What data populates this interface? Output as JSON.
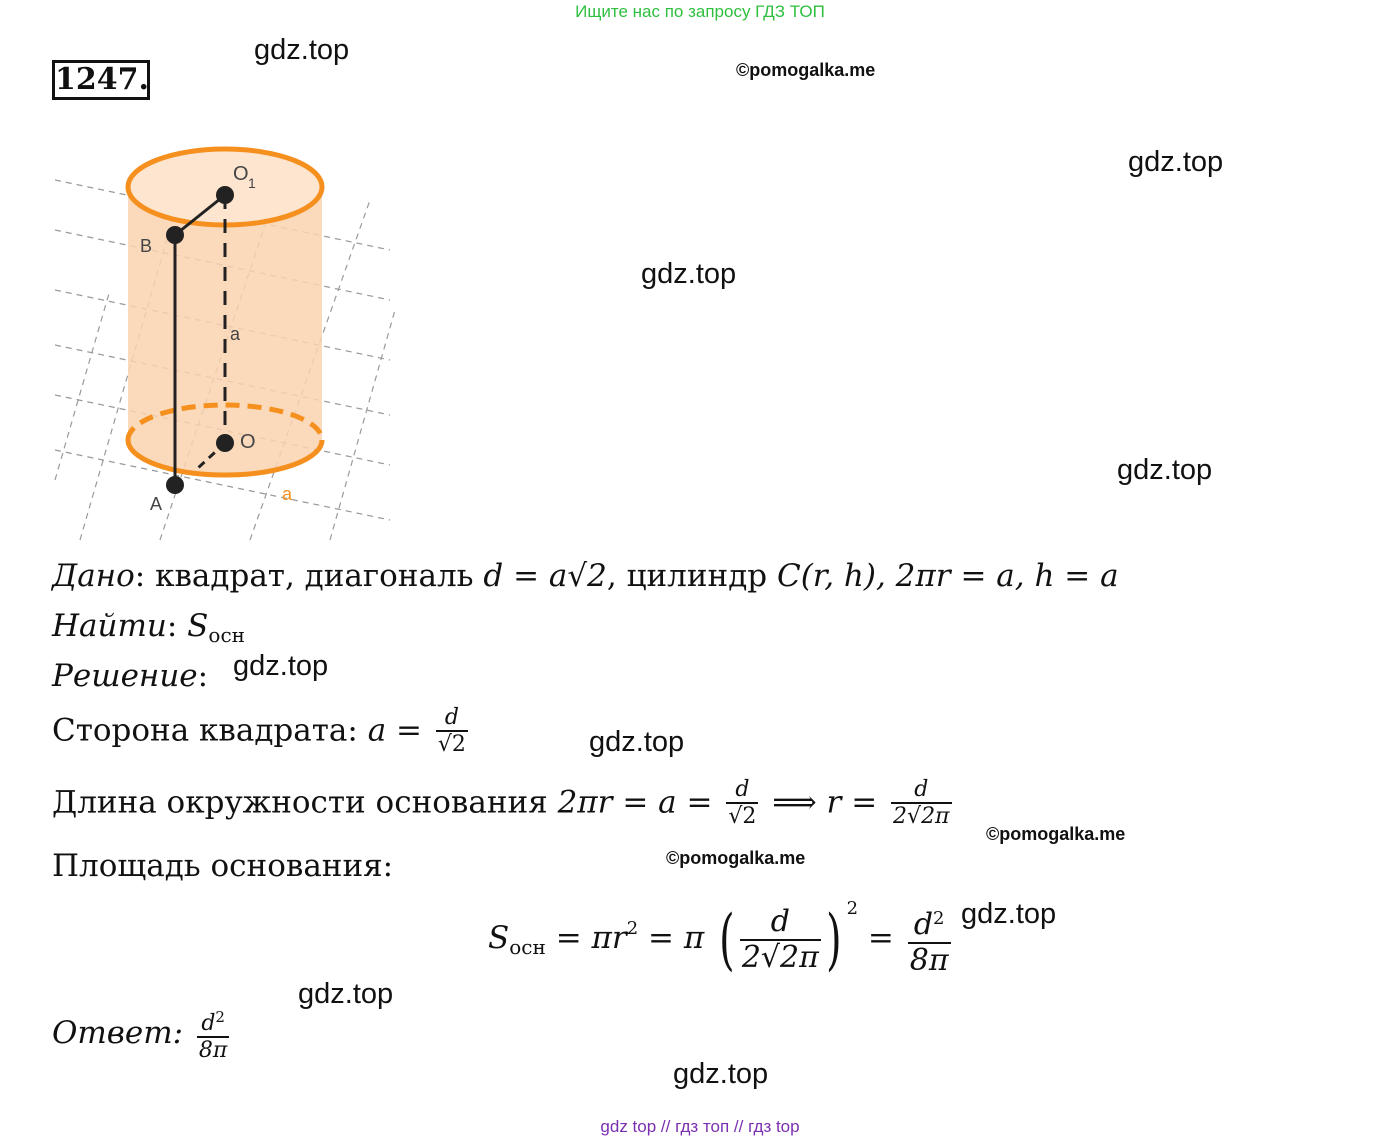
{
  "banner": "Ищите нас по запросу ГДЗ ТОП",
  "problem_number": "1247.",
  "watermarks": {
    "gdz": "gdz.top",
    "pomogalka": "©pomogalka.me"
  },
  "figure": {
    "label_o1": "O",
    "label_o1_sub": "1",
    "label_b": "B",
    "label_a_point": "A",
    "label_o": "O",
    "label_a_height": "a",
    "label_a_base": "a",
    "colors": {
      "orange": "#f5901e",
      "fill": "#fad3b0",
      "grid": "#9a9a9a"
    }
  },
  "given": {
    "label": "Дано",
    "text1": ": квадрат, диагональ ",
    "formula1": "d = a√2",
    "text2": ", цилиндр ",
    "formula2": "C(r, h), 2πr = a, h = a"
  },
  "find": {
    "label": "Найти",
    "colon": ": ",
    "S": "S",
    "sub": "осн"
  },
  "solution_label": "Решение",
  "solution_colon": ":",
  "side": {
    "text": "Сторона квадрата: ",
    "lhs": "a =",
    "num": "d",
    "den": "√2"
  },
  "circumference": {
    "text": "Длина окружности основания ",
    "lhs": "2πr = a =",
    "num1": "d",
    "den1": "√2",
    "arrow": "⟹ r =",
    "num2": "d",
    "den2": "2√2π"
  },
  "area_label": "Площадь основания:",
  "area": {
    "S": "S",
    "sub": "осн",
    "eq1": "= πr",
    "sq": "2",
    "eq2": "= π",
    "num": "d",
    "den": "2√2π",
    "pow": "2",
    "eq3": "=",
    "res_num": "d",
    "res_sq": "2",
    "res_den": "8π"
  },
  "answer": {
    "label": "Ответ:",
    "num": "d",
    "sq": "2",
    "den": "8π"
  },
  "footer": "gdz top  //  гдз топ  //  гдз top"
}
